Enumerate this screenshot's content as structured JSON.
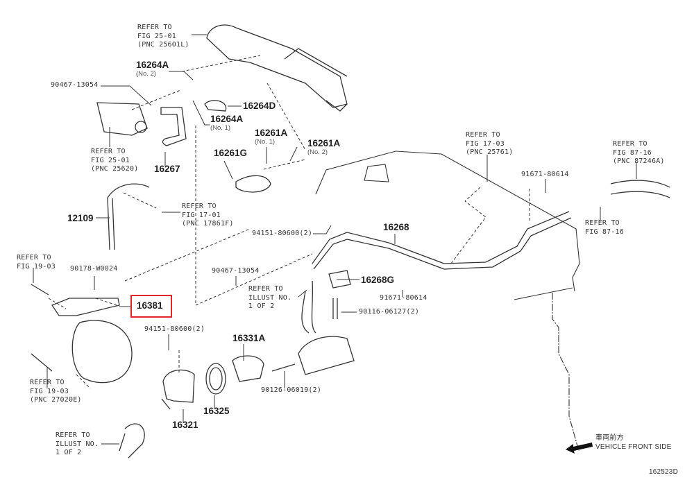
{
  "diagram_id": "162523D",
  "highlight_color": "#e0262b",
  "direction": {
    "jp": "車両前方",
    "en": "VEHICLE FRONT SIDE"
  },
  "labels": {
    "ref_25601L": [
      "REFER TO",
      "FIG 25-01",
      "(PNC 25601L)"
    ],
    "ref_25620": [
      "REFER TO",
      "FIG 25-01",
      "(PNC 25620)"
    ],
    "ref_17861F": [
      "REFER TO",
      "FIG 17-01",
      "(PNC 17861F)"
    ],
    "ref_25761": [
      "REFER TO",
      "FIG 17-03",
      "(PNC 25761)"
    ],
    "ref_87246A": [
      "REFER TO",
      "FIG 87-16",
      "(PNC 87246A)"
    ],
    "ref_8716": [
      "REFER TO",
      "FIG 87-16"
    ],
    "ref_1903_top": [
      "REFER TO",
      "FIG 19-03"
    ],
    "ref_27020E": [
      "REFER TO",
      "FIG 19-03",
      "(PNC 27020E)"
    ],
    "ref_illust_mid": [
      "REFER TO",
      "ILLUST NO.",
      "1 OF 2"
    ],
    "ref_illust_bottom": [
      "REFER TO",
      "ILLUST NO.",
      "1 OF 2"
    ]
  },
  "parts": {
    "p16264A_no2": {
      "num": "16264A",
      "sub": "(No. 2)"
    },
    "p16264A_no1": {
      "num": "16264A",
      "sub": "(No. 1)"
    },
    "p16264D": "16264D",
    "p90467_top": "90467-13054",
    "p16267": "16267",
    "p16261A_no1": {
      "num": "16261A",
      "sub": "(No. 1)"
    },
    "p16261A_no2": {
      "num": "16261A",
      "sub": "(No. 2)"
    },
    "p16261G": "16261G",
    "p91671_top": "91671-80614",
    "p12109": "12109",
    "p16268": "16268",
    "p94151_top": "94151-80600(2)",
    "p90178": "90178-W0024",
    "p90467_mid": "90467-13054",
    "p16268G": "16268G",
    "p91671_mid": "91671-80614",
    "p16381": "16381",
    "p90116": "90116-06127(2)",
    "p94151_bottom": "94151-80600(2)",
    "p16331A": "16331A",
    "p90126": "90126-06019(2)",
    "p16325": "16325",
    "p16321": "16321"
  }
}
